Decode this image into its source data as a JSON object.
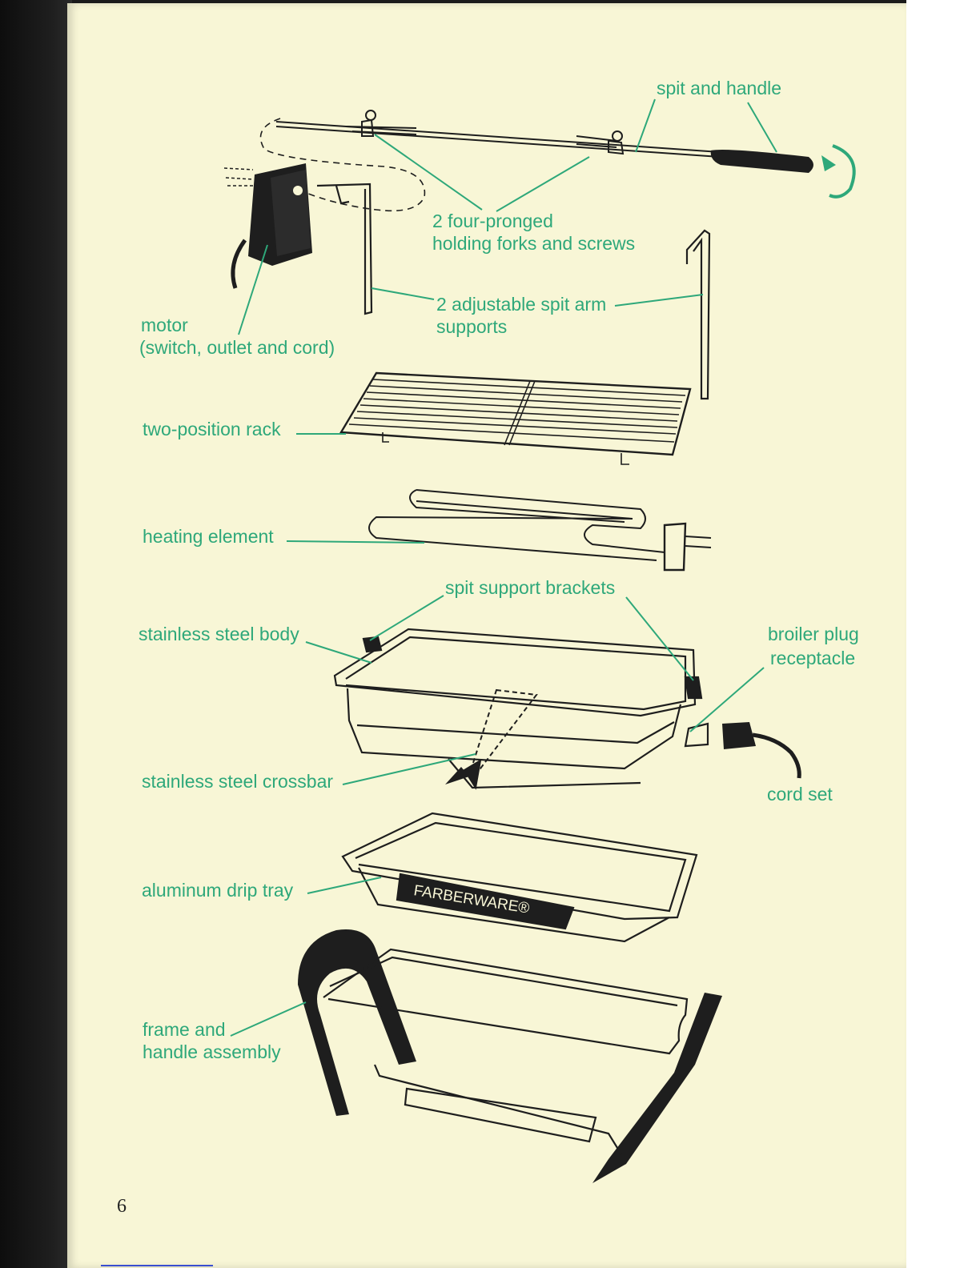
{
  "labels": {
    "spit_and_handle": "spit and handle",
    "forks_line1": "2 four-pronged",
    "forks_line2": "holding forks and screws",
    "supports_line1": "2 adjustable spit arm",
    "supports_line2": "supports",
    "motor_line1": "motor",
    "motor_line2": "(switch, outlet and cord)",
    "rack": "two-position rack",
    "heating_element": "heating element",
    "spit_brackets": "spit support brackets",
    "body": "stainless steel body",
    "plug_line1": "broiler plug",
    "plug_line2": "receptacle",
    "crossbar": "stainless steel crossbar",
    "cord_set": "cord set",
    "drip_tray": "aluminum drip tray",
    "frame_line1": "frame and",
    "frame_line2": "handle assembly"
  },
  "brand": "FARBERWARE®",
  "page_number": "6",
  "colors": {
    "label_green": "#2ea87a",
    "page_bg": "#f8f6d6",
    "ink": "#1e1e1e"
  }
}
